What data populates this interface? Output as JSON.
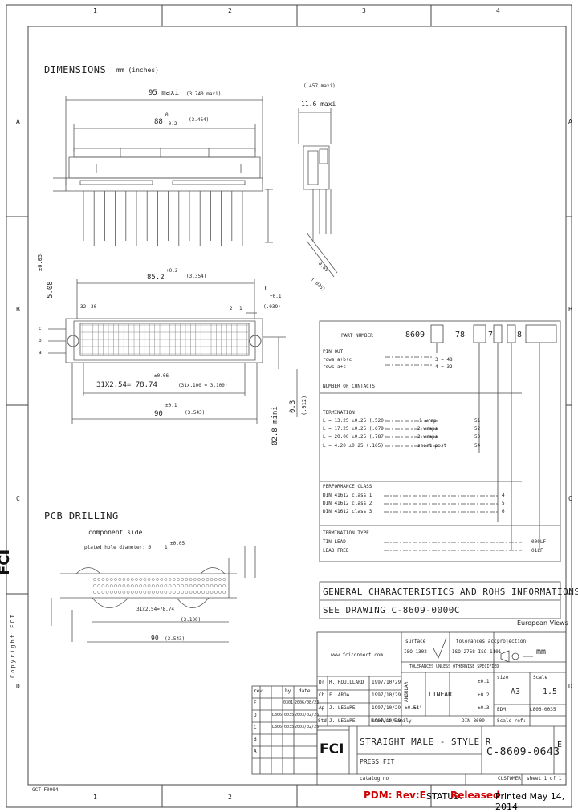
{
  "frame": {
    "col_labels": [
      "1",
      "2",
      "3",
      "4"
    ],
    "row_labels": [
      "A",
      "B",
      "C",
      "D"
    ]
  },
  "dims": {
    "title": "DIMENSIONS",
    "units": "mm (inches)",
    "d95": "95 maxi",
    "d95_in": "(3.740 maxi)",
    "d88": "88",
    "d88_tol_up": "0",
    "d88_tol_dn": "-0.2",
    "d88_in": "(3.464)",
    "d1145": "(.457 maxi)",
    "d116": "11.6 maxi",
    "d852": "85.2",
    "d852_tol": "+0.2",
    "d852_in": "(3.354)",
    "d1": "1",
    "d1_tol": "+0.1",
    "d1_in": "(.039)",
    "d3254": "31X2.54= 78.74",
    "d3254_tol": "±0.06",
    "d3254_in": "(31x.100 = 3.100)",
    "d90": "90",
    "d90_tol": "±0.1",
    "d90_in": "(3.543)",
    "d28": "Ø2.8 mini",
    "d508": "5.08",
    "d508_tol": "±0.05",
    "d03": "0.3",
    "d03_in": "(.012)",
    "c_lbl": "c",
    "b_lbl": "b",
    "a_lbl": "a",
    "n32": "32",
    "n30": "30",
    "n2": "2",
    "n1": "1",
    "d065": "0.65",
    "d0025": "(.025)"
  },
  "pcb": {
    "title": "PCB DRILLING",
    "side": "component side",
    "plated": "plated hole diameter: Ø",
    "d1": "1",
    "d1_tol": "±0.05",
    "d31": "31x2.54=78.74",
    "d90": "90",
    "d90_in": "(3.543)",
    "d31_in": "(3.100)"
  },
  "part_table": {
    "part_label": "PART NUMBER",
    "base": "8609",
    "code1": "78",
    "code2": "7",
    "code3": "8",
    "pinout_h": "PIN OUT",
    "pinout_rows": [
      {
        "label": "rows a+b+c",
        "val": "3 = 48"
      },
      {
        "label": "rows a+c",
        "val": "4 = 32"
      }
    ],
    "contacts_h": "NUMBER OF CONTACTS",
    "term_h": "TERMINATION",
    "term_rows": [
      {
        "label": "L = 13.25 ±0.25 (.520)",
        "mid": "1 wrap",
        "val": "51"
      },
      {
        "label": "L = 17.25 ±0.25 (.679)",
        "mid": "2 wraps",
        "val": "52"
      },
      {
        "label": "L = 20.00 ±0.25 (.787)",
        "mid": "3 wraps",
        "val": "53"
      },
      {
        "label": "L = 4.20 ±0.25 (.165)",
        "mid": "short post",
        "val": "54"
      }
    ],
    "perf_h": "PERFORMANCE CLASS",
    "perf_rows": [
      {
        "label": "DIN 41612 class 1",
        "val": "4"
      },
      {
        "label": "DIN 41612 class 2",
        "val": "5"
      },
      {
        "label": "DIN 41612 class 3",
        "val": "6"
      }
    ],
    "plating_h": "TERMINATION TYPE",
    "plating_rows": [
      {
        "label": "TIN LEAD",
        "val": "000LF"
      },
      {
        "label": "LEAD FREE",
        "val": "01LF"
      }
    ]
  },
  "general": {
    "line1": "GENERAL CHARACTERISTICS AND ROHS INFORMATIONS:",
    "line2": "SEE DRAWING C-8609-0000C"
  },
  "title_block": {
    "european": "European Views",
    "web": "www.fciconnect.com",
    "surface_h": "surface",
    "surface_v": "ISO 1302",
    "tol_h": "tolerances acc.",
    "tol_v": "ISO 2768 ISO 1101",
    "proj_h": "projection",
    "tol_general": "TOLERANCES UNLESS OTHERWISE SPECIFIED",
    "unit": "mm",
    "angular": "ANGULAR",
    "linear": "LINEAR",
    "ang_vals": [
      "±0.5°",
      "±1°"
    ],
    "lin_vals": [
      "±0.1",
      "±0.2",
      "±0.3"
    ],
    "size_h": "size",
    "size_v": "A3",
    "scale_h": "Scale",
    "scale_v": "1.5",
    "edm_h": "EDM",
    "edm_v": "L806-0035",
    "scale_ref": "Scale ref:",
    "product_family": "Product Family",
    "din": "DIN 8609",
    "title1": "STRAIGHT MALE - STYLE R",
    "title2": "PRESS FIT",
    "doc_no": "C-8609-0643",
    "rev": "E",
    "customer": "CUSTOMER",
    "sheet": "sheet 1 of 1",
    "catalog": "catalog no"
  },
  "revisions": {
    "header": [
      "rev",
      "by",
      "date"
    ],
    "rows": [
      {
        "rev": "E",
        "by": "0301",
        "date": "2006/08/23"
      },
      {
        "rev": "D",
        "by": "L806-0035",
        "date": "2003/02/26"
      },
      {
        "rev": "C",
        "by": "L806-0035",
        "date": "2003/02/26"
      },
      {
        "rev": "B",
        "by": "",
        "date": ""
      },
      {
        "rev": "A",
        "by": "",
        "date": ""
      }
    ]
  },
  "approvals": [
    {
      "role": "Dr",
      "name": "R. ROUILLARD",
      "date": "1997/10/29"
    },
    {
      "role": "Ch",
      "name": "F. AROA",
      "date": "1997/10/29"
    },
    {
      "role": "Ap",
      "name": "J. LEGARE",
      "date": "1997/10/29"
    },
    {
      "role": "Std",
      "name": "J. LEGARE",
      "date": "1997/10/29"
    }
  ],
  "status_bar": {
    "pdm": "PDM: Rev:E",
    "status_label": "STATUS:",
    "status_value": "Released",
    "printed": "Printed May 14, 2014"
  },
  "side": {
    "copyright": "Copyright FCI",
    "form": "GCT-F0004"
  }
}
